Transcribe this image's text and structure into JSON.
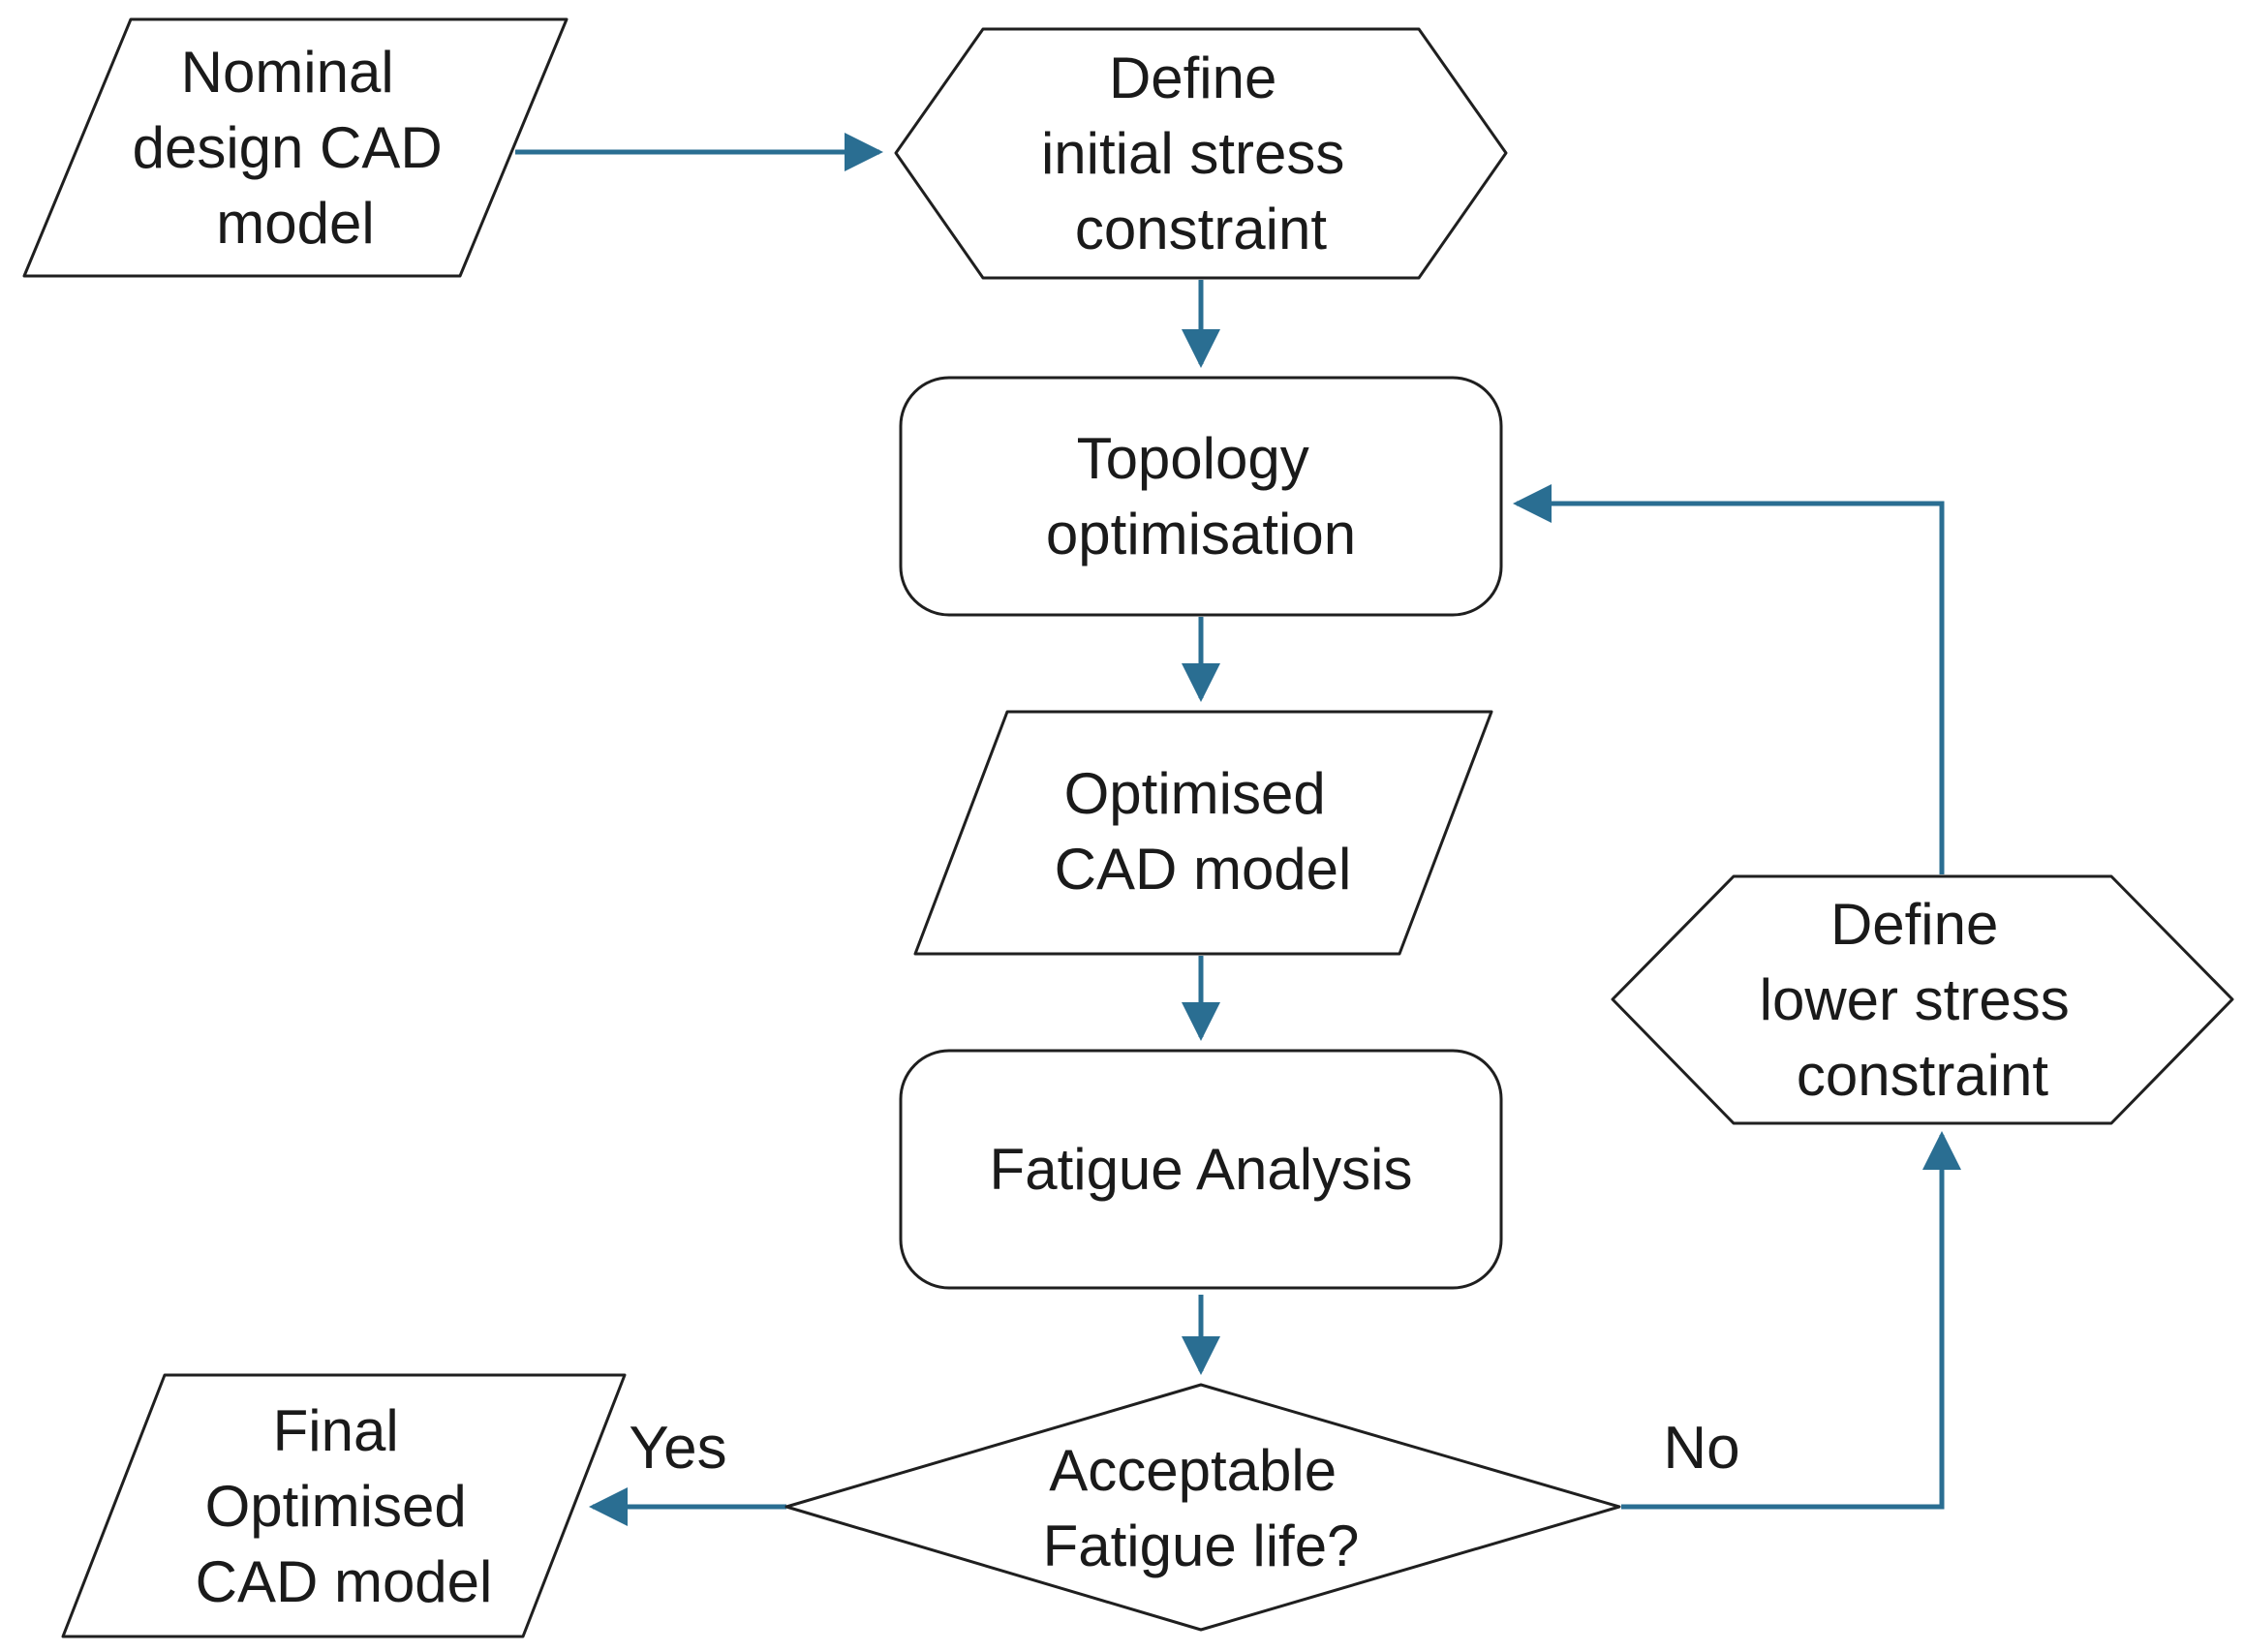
{
  "diagram": {
    "type": "flowchart",
    "title": "",
    "colors": {
      "accent": "#2A6E92",
      "outline": "#1F1F1F",
      "ink": "#1A1A1A",
      "node_fill": "#FFFFFF",
      "background": "#FFFFFF"
    },
    "nodes": {
      "nominal": {
        "shape": "parallelogram",
        "role": "input",
        "label": "Nominal design CAD model",
        "lines": [
          "Nominal",
          "design CAD",
          "model"
        ]
      },
      "define_initial": {
        "shape": "hexagon",
        "role": "preparation",
        "label": "Define initial stress constraint",
        "lines": [
          "Define",
          "initial stress",
          "constraint"
        ]
      },
      "topology": {
        "shape": "rounded-rectangle",
        "role": "process",
        "label": "Topology optimisation",
        "lines": [
          "Topology",
          "optimisation"
        ]
      },
      "optimised_cad": {
        "shape": "parallelogram",
        "role": "data",
        "label": "Optimised CAD model",
        "lines": [
          "Optimised",
          "CAD model"
        ]
      },
      "fatigue": {
        "shape": "rounded-rectangle",
        "role": "process",
        "label": "Fatigue Analysis",
        "lines": [
          "Fatigue Analysis"
        ]
      },
      "decision": {
        "shape": "diamond",
        "role": "decision",
        "label": "Acceptable Fatigue life?",
        "lines": [
          "Acceptable",
          "Fatigue life?"
        ]
      },
      "define_lower": {
        "shape": "hexagon",
        "role": "preparation",
        "label": "Define lower stress constraint",
        "lines": [
          "Define",
          "lower stress",
          "constraint"
        ]
      },
      "final_cad": {
        "shape": "parallelogram",
        "role": "output",
        "label": "Final Optimised CAD model",
        "lines": [
          "Final",
          "Optimised",
          "CAD model"
        ]
      }
    },
    "edges": [
      {
        "from": "nominal",
        "to": "define_initial",
        "label": ""
      },
      {
        "from": "define_initial",
        "to": "topology",
        "label": ""
      },
      {
        "from": "topology",
        "to": "optimised_cad",
        "label": ""
      },
      {
        "from": "optimised_cad",
        "to": "fatigue",
        "label": ""
      },
      {
        "from": "fatigue",
        "to": "decision",
        "label": ""
      },
      {
        "from": "decision",
        "to": "final_cad",
        "label": "Yes"
      },
      {
        "from": "decision",
        "to": "define_lower",
        "label": "No"
      },
      {
        "from": "define_lower",
        "to": "topology",
        "label": ""
      }
    ]
  }
}
